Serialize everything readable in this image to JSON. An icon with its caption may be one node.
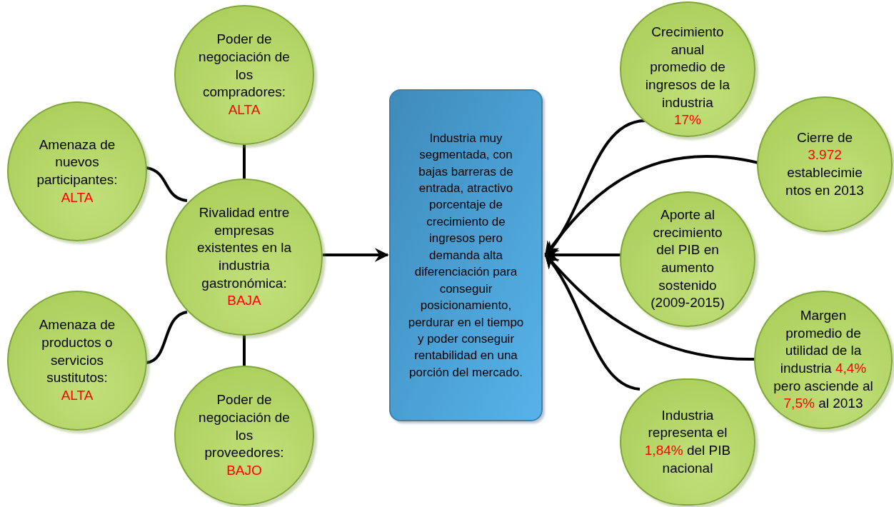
{
  "diagram": {
    "nodes": [
      {
        "text": [
          "Poder de negociación de los compradores:",
          "ALTA"
        ]
      },
      {
        "text": [
          "Amenaza de nuevos participantes:",
          "ALTA"
        ]
      },
      {
        "text": [
          "Rivalidad entre empresas existentes en la industria gastronómica:",
          "BAJA"
        ]
      },
      {
        "text": [
          "Amenaza de productos o servicios sustitutos:",
          "ALTA"
        ]
      },
      {
        "text": [
          "Poder de negociación de los proveedores:",
          "BAJO"
        ]
      },
      {
        "text": [
          "Industria muy segmentada, con bajas barreras de entrada, atractivo porcentaje de crecimiento de ingresos pero demanda alta diferenciación para conseguir posicionamiento, perdurar en el tiempo y poder conseguir rentabilidad en  una porción del mercado."
        ]
      },
      {
        "text": [
          "Crecimiento anual promedio de ingresos de la industria",
          "17%"
        ]
      },
      {
        "text": [
          "Cierre de",
          "3.972",
          "establecimie ntos en 2013"
        ]
      },
      {
        "text": [
          "Aporte al crecimiento del PIB en aumento sostenido (2009-2015)"
        ]
      },
      {
        "text": [
          "Margen promedio de utilidad de la industria",
          "4,4%",
          "pero asciende al",
          "7,5%",
          "al 2013"
        ]
      },
      {
        "text": [
          "Industria representa el",
          "1,84%",
          "del PIB nacional"
        ]
      }
    ],
    "edges": [
      {
        "from": 0,
        "to": 2,
        "arrow": "none"
      },
      {
        "from": 1,
        "to": 2,
        "arrow": "none"
      },
      {
        "from": 3,
        "to": 2,
        "arrow": "none"
      },
      {
        "from": 4,
        "to": 2,
        "arrow": "none"
      },
      {
        "from": 2,
        "to": 5,
        "arrow": "to"
      },
      {
        "from": 6,
        "to": 5,
        "arrow": "to"
      },
      {
        "from": 7,
        "to": 5,
        "arrow": "to"
      },
      {
        "from": 8,
        "to": 5,
        "arrow": "to"
      },
      {
        "from": 9,
        "to": 5,
        "arrow": "to"
      },
      {
        "from": 10,
        "to": 5,
        "arrow": "to"
      }
    ]
  }
}
